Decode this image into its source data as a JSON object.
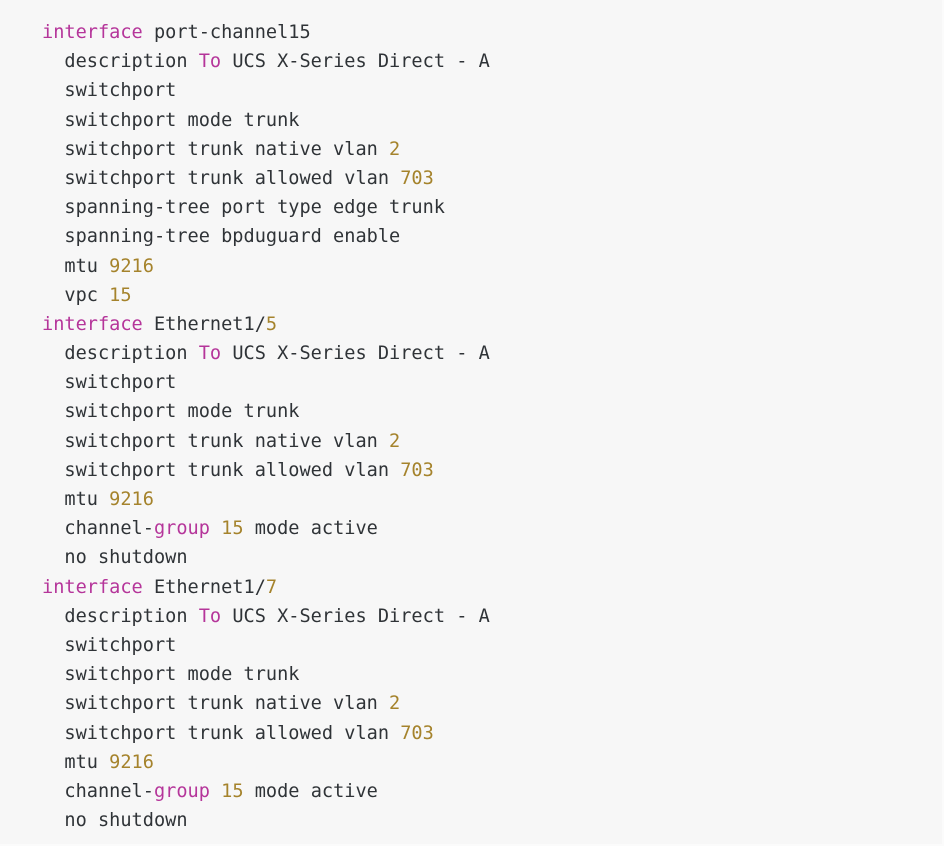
{
  "view": {
    "kind": "syntax-highlighted-code-block",
    "language_hint": "cisco-nxos-configuration",
    "background_color": "#f7f7f7",
    "text_color": "#2f3337",
    "keyword_color": "#b5359a",
    "number_color": "#a5832c"
  },
  "code": {
    "lines": [
      {
        "indent": 0,
        "tokens": [
          {
            "t": "kw",
            "v": "interface"
          },
          {
            "t": "txt",
            "v": " port-channel15"
          }
        ]
      },
      {
        "indent": 1,
        "tokens": [
          {
            "t": "txt",
            "v": "description "
          },
          {
            "t": "kw",
            "v": "To"
          },
          {
            "t": "txt",
            "v": " UCS X-Series Direct - A"
          }
        ]
      },
      {
        "indent": 1,
        "tokens": [
          {
            "t": "txt",
            "v": "switchport"
          }
        ]
      },
      {
        "indent": 1,
        "tokens": [
          {
            "t": "txt",
            "v": "switchport mode trunk"
          }
        ]
      },
      {
        "indent": 1,
        "tokens": [
          {
            "t": "txt",
            "v": "switchport trunk native vlan "
          },
          {
            "t": "num",
            "v": "2"
          }
        ]
      },
      {
        "indent": 1,
        "tokens": [
          {
            "t": "txt",
            "v": "switchport trunk allowed vlan "
          },
          {
            "t": "num",
            "v": "703"
          }
        ]
      },
      {
        "indent": 1,
        "tokens": [
          {
            "t": "txt",
            "v": "spanning-tree port type edge trunk"
          }
        ]
      },
      {
        "indent": 1,
        "tokens": [
          {
            "t": "txt",
            "v": "spanning-tree bpduguard enable"
          }
        ]
      },
      {
        "indent": 1,
        "tokens": [
          {
            "t": "txt",
            "v": "mtu "
          },
          {
            "t": "num",
            "v": "9216"
          }
        ]
      },
      {
        "indent": 1,
        "tokens": [
          {
            "t": "txt",
            "v": "vpc "
          },
          {
            "t": "num",
            "v": "15"
          }
        ]
      },
      {
        "indent": 0,
        "tokens": [
          {
            "t": "kw",
            "v": "interface"
          },
          {
            "t": "txt",
            "v": " Ethernet1/"
          },
          {
            "t": "num",
            "v": "5"
          }
        ]
      },
      {
        "indent": 1,
        "tokens": [
          {
            "t": "txt",
            "v": "description "
          },
          {
            "t": "kw",
            "v": "To"
          },
          {
            "t": "txt",
            "v": " UCS X-Series Direct - A"
          }
        ]
      },
      {
        "indent": 1,
        "tokens": [
          {
            "t": "txt",
            "v": "switchport"
          }
        ]
      },
      {
        "indent": 1,
        "tokens": [
          {
            "t": "txt",
            "v": "switchport mode trunk"
          }
        ]
      },
      {
        "indent": 1,
        "tokens": [
          {
            "t": "txt",
            "v": "switchport trunk native vlan "
          },
          {
            "t": "num",
            "v": "2"
          }
        ]
      },
      {
        "indent": 1,
        "tokens": [
          {
            "t": "txt",
            "v": "switchport trunk allowed vlan "
          },
          {
            "t": "num",
            "v": "703"
          }
        ]
      },
      {
        "indent": 1,
        "tokens": [
          {
            "t": "txt",
            "v": "mtu "
          },
          {
            "t": "num",
            "v": "9216"
          }
        ]
      },
      {
        "indent": 1,
        "tokens": [
          {
            "t": "txt",
            "v": "channel-"
          },
          {
            "t": "kw",
            "v": "group"
          },
          {
            "t": "txt",
            "v": " "
          },
          {
            "t": "num",
            "v": "15"
          },
          {
            "t": "txt",
            "v": " mode active"
          }
        ]
      },
      {
        "indent": 1,
        "tokens": [
          {
            "t": "txt",
            "v": "no shutdown"
          }
        ]
      },
      {
        "indent": 0,
        "tokens": [
          {
            "t": "kw",
            "v": "interface"
          },
          {
            "t": "txt",
            "v": " Ethernet1/"
          },
          {
            "t": "num",
            "v": "7"
          }
        ]
      },
      {
        "indent": 1,
        "tokens": [
          {
            "t": "txt",
            "v": "description "
          },
          {
            "t": "kw",
            "v": "To"
          },
          {
            "t": "txt",
            "v": " UCS X-Series Direct - A"
          }
        ]
      },
      {
        "indent": 1,
        "tokens": [
          {
            "t": "txt",
            "v": "switchport"
          }
        ]
      },
      {
        "indent": 1,
        "tokens": [
          {
            "t": "txt",
            "v": "switchport mode trunk"
          }
        ]
      },
      {
        "indent": 1,
        "tokens": [
          {
            "t": "txt",
            "v": "switchport trunk native vlan "
          },
          {
            "t": "num",
            "v": "2"
          }
        ]
      },
      {
        "indent": 1,
        "tokens": [
          {
            "t": "txt",
            "v": "switchport trunk allowed vlan "
          },
          {
            "t": "num",
            "v": "703"
          }
        ]
      },
      {
        "indent": 1,
        "tokens": [
          {
            "t": "txt",
            "v": "mtu "
          },
          {
            "t": "num",
            "v": "9216"
          }
        ]
      },
      {
        "indent": 1,
        "tokens": [
          {
            "t": "txt",
            "v": "channel-"
          },
          {
            "t": "kw",
            "v": "group"
          },
          {
            "t": "txt",
            "v": " "
          },
          {
            "t": "num",
            "v": "15"
          },
          {
            "t": "txt",
            "v": " mode active"
          }
        ]
      },
      {
        "indent": 1,
        "tokens": [
          {
            "t": "txt",
            "v": "no shutdown"
          }
        ]
      }
    ]
  }
}
